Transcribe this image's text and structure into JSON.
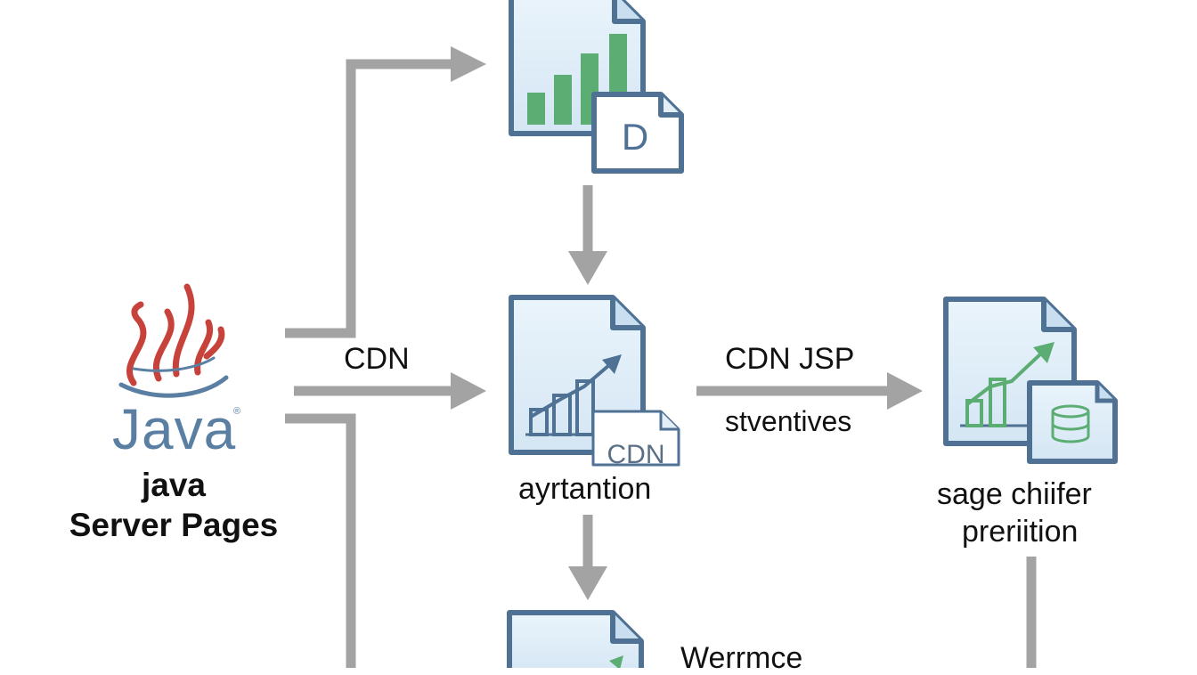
{
  "java_logo": {
    "wordmark": "Java",
    "registered": "®",
    "title_line1": "java",
    "title_line2": "Server Pages"
  },
  "edges": {
    "cdn": "CDN",
    "cdn_jsp": "CDN JSP",
    "stventives": "stventives"
  },
  "nodes": {
    "top_doc_badge": "D",
    "middle_doc_badge": "CDN",
    "middle_doc_label": "ayrtantion",
    "right_doc_label_line1": "sage chiifer",
    "right_doc_label_line2": "preriition",
    "bottom_doc_label": "Werrmce"
  },
  "colors": {
    "arrow": "#a3a3a3",
    "doc_fill": "#deedf8",
    "doc_stroke": "#4f7194",
    "bar_green": "#5cad74",
    "java_blue": "#5a7fa3",
    "java_red": "#c6423a"
  }
}
